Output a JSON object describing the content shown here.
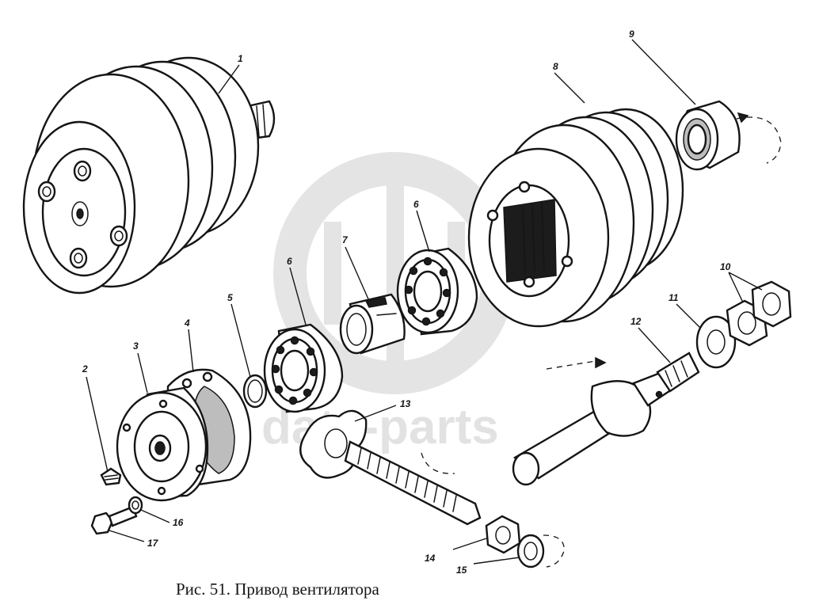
{
  "figure": {
    "caption": "Рис. 51. Привод вентилятора"
  },
  "callouts": {
    "c1": "1",
    "c2": "2",
    "c3": "3",
    "c4": "4",
    "c5": "5",
    "c6a": "6",
    "c6b": "6",
    "c7": "7",
    "c8": "8",
    "c9": "9",
    "c10": "10",
    "c11": "11",
    "c12": "12",
    "c13": "13",
    "c14": "14",
    "c15": "15",
    "c16": "16",
    "c17": "17"
  },
  "watermark": {
    "text": "data-parts"
  }
}
